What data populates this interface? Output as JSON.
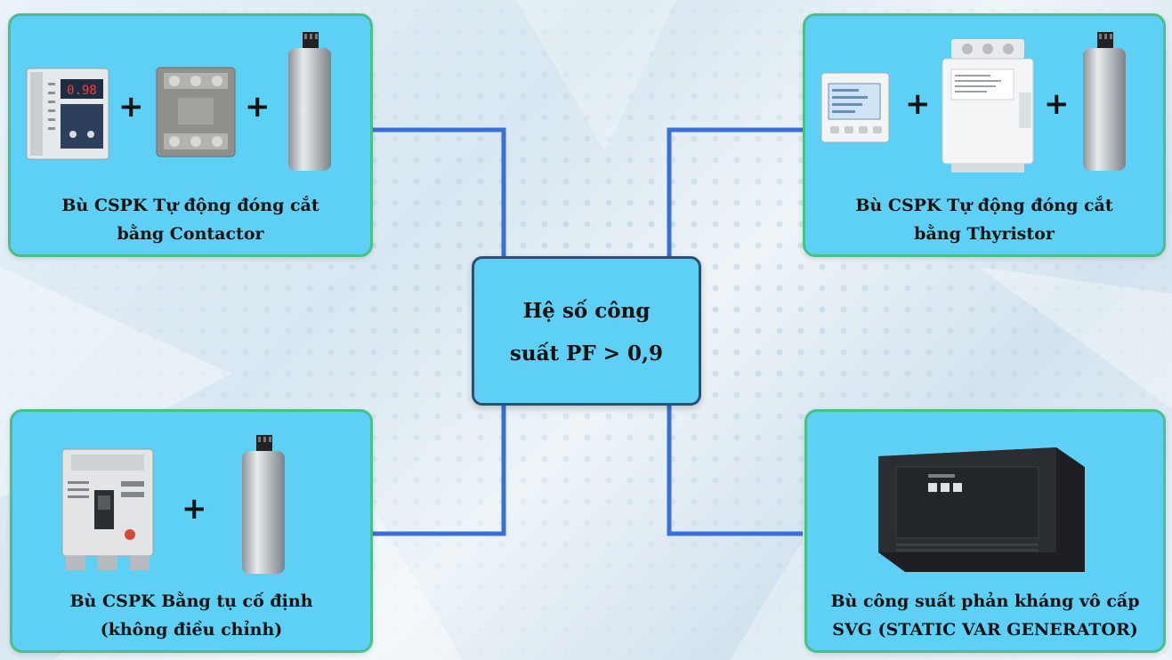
{
  "center": {
    "line1": "Hệ số công",
    "line2": "suất PF > 0,9"
  },
  "cards": [
    {
      "line1": "Bù CSPK Tự động đóng cắt",
      "line2": "bằng Contactor",
      "devices": [
        "controller-icon",
        "contactor-icon",
        "capacitor-icon"
      ]
    },
    {
      "line1": "Bù CSPK Tự động đóng cắt",
      "line2": "bằng Thyristor",
      "devices": [
        "meter-icon",
        "thyristor-switch-icon",
        "capacitor-icon"
      ]
    },
    {
      "line1": "Bù CSPK Bằng tụ cố định",
      "line2": "(không điều chỉnh)",
      "devices": [
        "circuit-breaker-icon",
        "capacitor-icon"
      ]
    },
    {
      "line1": "Bù công suất phản kháng vô cấp",
      "line2": "SVG (STATIC VAR GENERATOR)",
      "devices": [
        "svg-cabinet-icon"
      ]
    }
  ],
  "plus_sign": "+",
  "colors": {
    "card_fill": "#5fd0f5",
    "card_border": "#49c08a",
    "center_border": "#2b4f72",
    "connector": "#3a6fd8"
  }
}
